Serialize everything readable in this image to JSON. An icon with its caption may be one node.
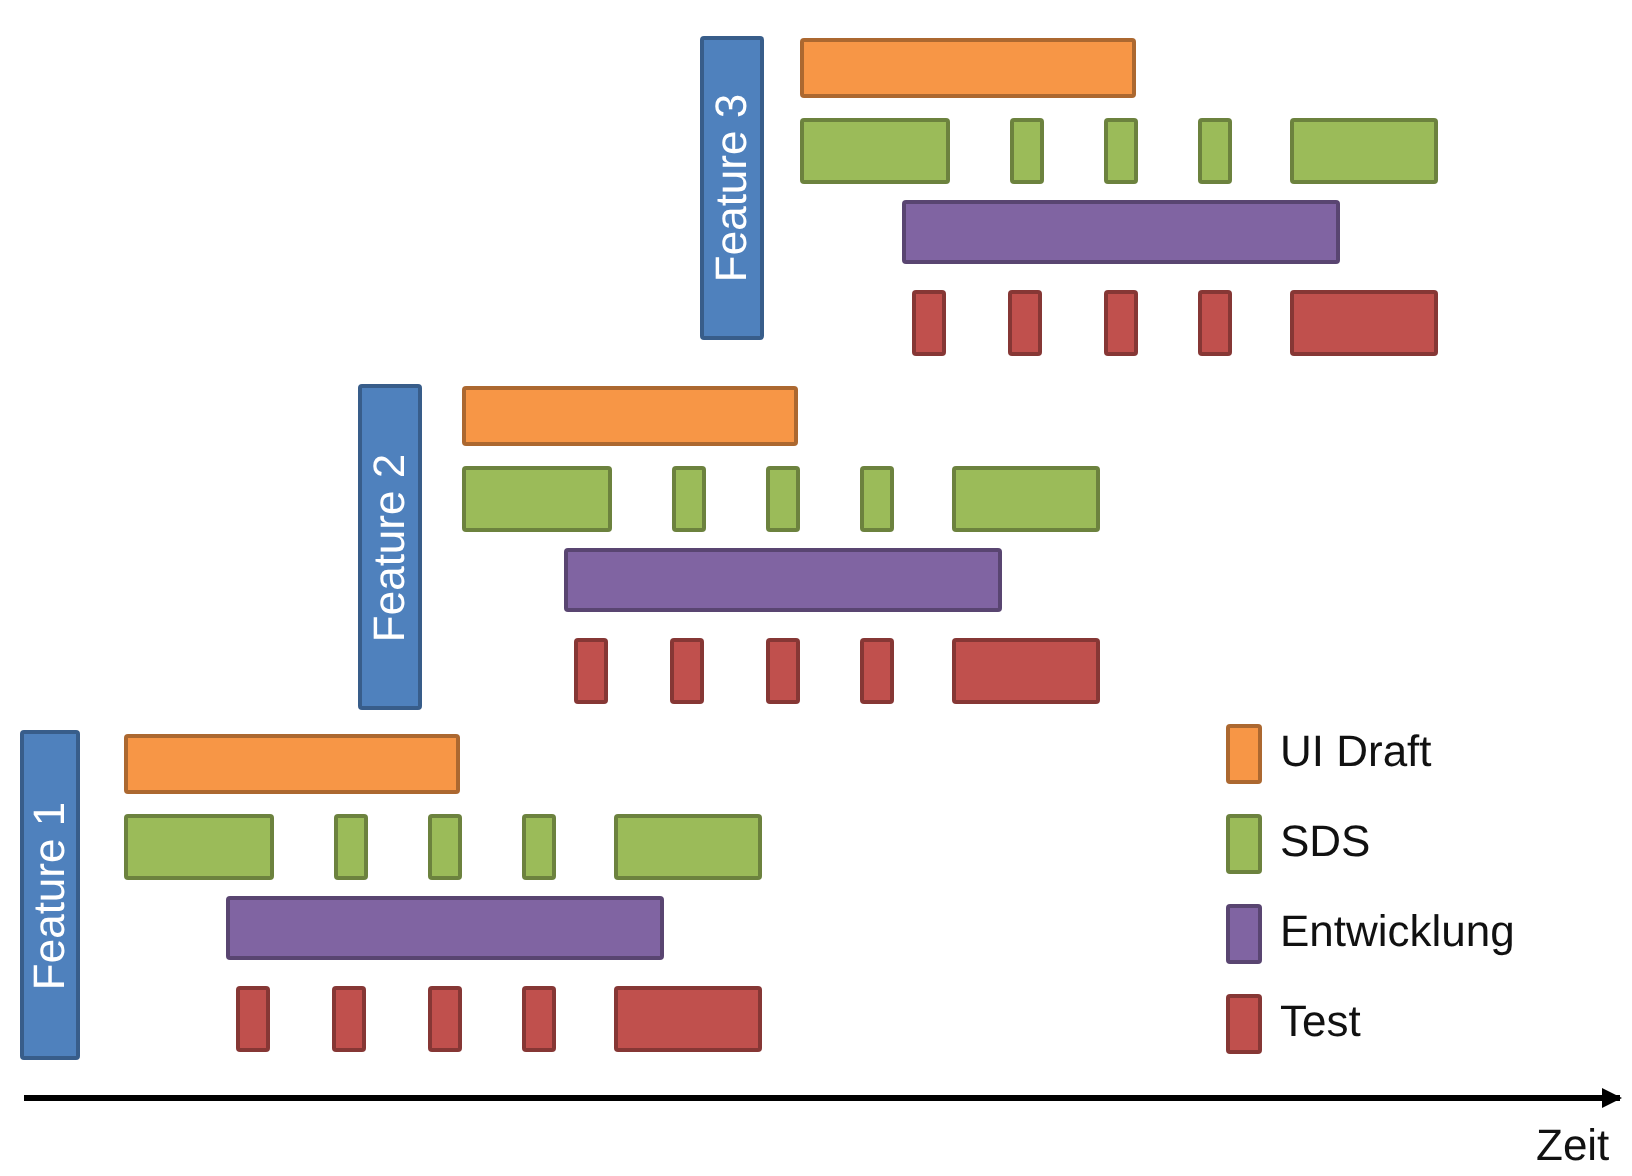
{
  "diagram": {
    "nodes": [
      {
        "text": [
          "Feature 1"
        ]
      },
      {
        "text": [
          "Feature 2"
        ]
      },
      {
        "text": [
          "Feature 3"
        ]
      },
      {
        "text": [],
        "shape": "bar"
      },
      {
        "text": [],
        "shape": "bar"
      },
      {
        "text": [],
        "shape": "bar"
      },
      {
        "text": [],
        "shape": "bar"
      },
      {
        "text": [],
        "shape": "bar"
      },
      {
        "text": [],
        "shape": "bar"
      },
      {
        "text": [],
        "shape": "bar"
      },
      {
        "text": [],
        "shape": "bar"
      },
      {
        "text": [],
        "shape": "bar"
      },
      {
        "text": [],
        "shape": "bar"
      },
      {
        "text": [],
        "shape": "bar"
      },
      {
        "text": [],
        "shape": "bar"
      },
      {
        "text": [],
        "shape": "bar"
      },
      {
        "text": [],
        "shape": "bar"
      },
      {
        "text": [],
        "shape": "bar"
      },
      {
        "text": [],
        "shape": "bar"
      },
      {
        "text": [],
        "shape": "bar"
      },
      {
        "text": [],
        "shape": "bar"
      },
      {
        "text": [],
        "shape": "bar"
      },
      {
        "text": [],
        "shape": "bar"
      },
      {
        "text": [],
        "shape": "bar"
      },
      {
        "text": [],
        "shape": "bar"
      },
      {
        "text": [],
        "shape": "bar"
      },
      {
        "text": [],
        "shape": "bar"
      },
      {
        "text": [],
        "shape": "bar"
      },
      {
        "text": [],
        "shape": "bar"
      },
      {
        "text": [],
        "shape": "bar"
      },
      {
        "text": [],
        "shape": "bar"
      },
      {
        "text": [],
        "shape": "bar"
      },
      {
        "text": [],
        "shape": "bar"
      },
      {
        "text": [],
        "shape": "bar"
      },
      {
        "text": [],
        "shape": "bar"
      },
      {
        "text": [],
        "shape": "bar"
      },
      {
        "text": [],
        "shape": "bar"
      },
      {
        "text": [],
        "shape": "bar"
      },
      {
        "text": [],
        "shape": "bar"
      }
    ],
    "labels": [
      "Zeit"
    ],
    "legend": [
      {
        "text": "UI Draft",
        "color": "#f79646"
      },
      {
        "text": "SDS",
        "color": "#9bbb59"
      },
      {
        "text": "Entwicklung",
        "color": "#8064a2"
      },
      {
        "text": "Test",
        "color": "#c0504d"
      }
    ]
  }
}
